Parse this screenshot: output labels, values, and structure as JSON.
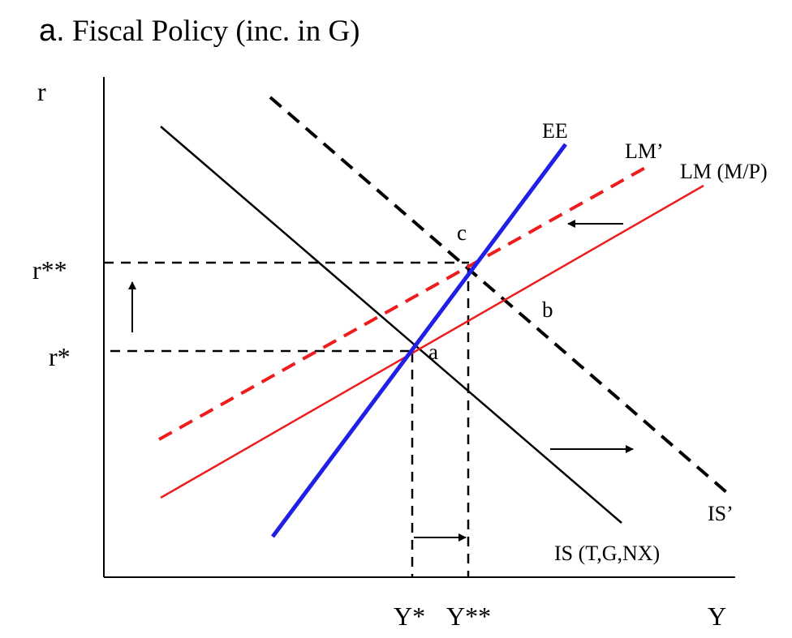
{
  "title": {
    "letter": "a.",
    "text": "Fiscal Policy (inc. in G)"
  },
  "axes": {
    "y_label": "r",
    "x_label": "Y"
  },
  "levels": {
    "r_high": "r**",
    "r_low": "r*",
    "y_low": "Y*",
    "y_high": "Y**"
  },
  "curves": {
    "ee": "EE",
    "lm_shifted": "LM’",
    "lm": "LM (M/P)",
    "is_shifted": "IS’",
    "is": "IS (T,G,NX)"
  },
  "points": {
    "a": "a",
    "b": "b",
    "c": "c"
  },
  "colors": {
    "blue": "#1f1fe6",
    "red": "#ee1c1c",
    "black": "#000000"
  }
}
